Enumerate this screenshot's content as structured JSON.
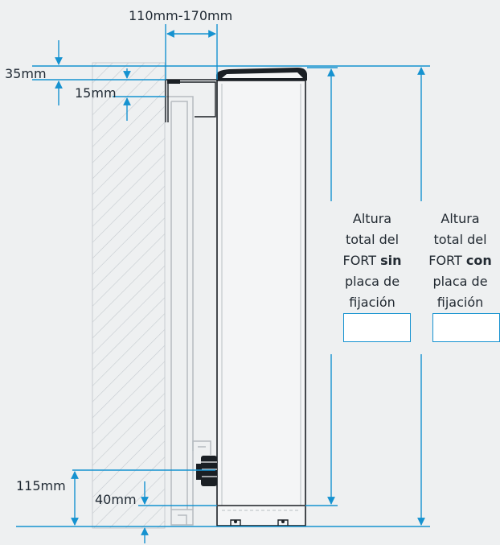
{
  "colors": {
    "dimension_line": "#1592d0",
    "background": "#eef0f1",
    "wall_hatch": "#c9ced2",
    "device_outline": "#1a1f24"
  },
  "dimensions": {
    "bracket_depth": "110mm-170mm",
    "top_offset": "35mm",
    "bracket_offset": "15mm",
    "lower_connection_height": "115mm",
    "base_height": "40mm"
  },
  "height_without_plate": {
    "line1": "Altura",
    "line2": "total del",
    "line3_prefix": "FORT ",
    "line3_bold": "sin",
    "line4": "placa de",
    "line5": "fijación",
    "value": ""
  },
  "height_with_plate": {
    "line1": "Altura",
    "line2": "total del",
    "line3_prefix": "FORT ",
    "line3_bold": "con",
    "line4": "placa de",
    "line5": "fijación",
    "value": ""
  }
}
